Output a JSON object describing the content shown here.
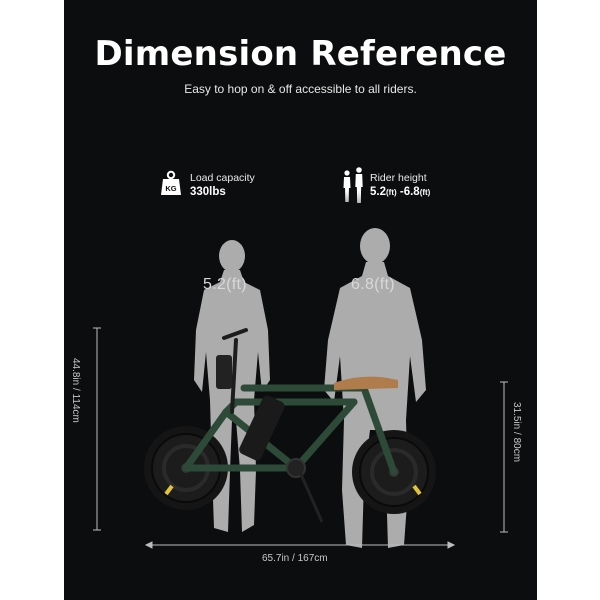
{
  "header": {
    "title": "Dimension Reference",
    "subtitle": "Easy to hop on & off accessible to all riders."
  },
  "specs": {
    "load": {
      "icon": "weight-kg-icon",
      "icon_text": "KG",
      "label": "Load capacity",
      "value": "330lbs"
    },
    "rider": {
      "icon": "rider-silhouettes-icon",
      "label": "Rider height",
      "value_a": "5.2",
      "unit_a": "(ft)",
      "sep": " -",
      "value_b": "6.8",
      "unit_b": "(ft)"
    }
  },
  "riders": {
    "short": "5.2(ft)",
    "tall": "6.8(ft)"
  },
  "dimensions": {
    "total_height": "44.8in / 114cm",
    "seat_height": "31.5in / 80cm",
    "length": "65.7in / 167cm"
  },
  "colors": {
    "background": "#0c0d0f",
    "silhouette": "#b9b9b9",
    "frame": "#2c4a37",
    "saddle": "#b07c4c",
    "tire": "#151515",
    "accent": "#e2c33a"
  }
}
